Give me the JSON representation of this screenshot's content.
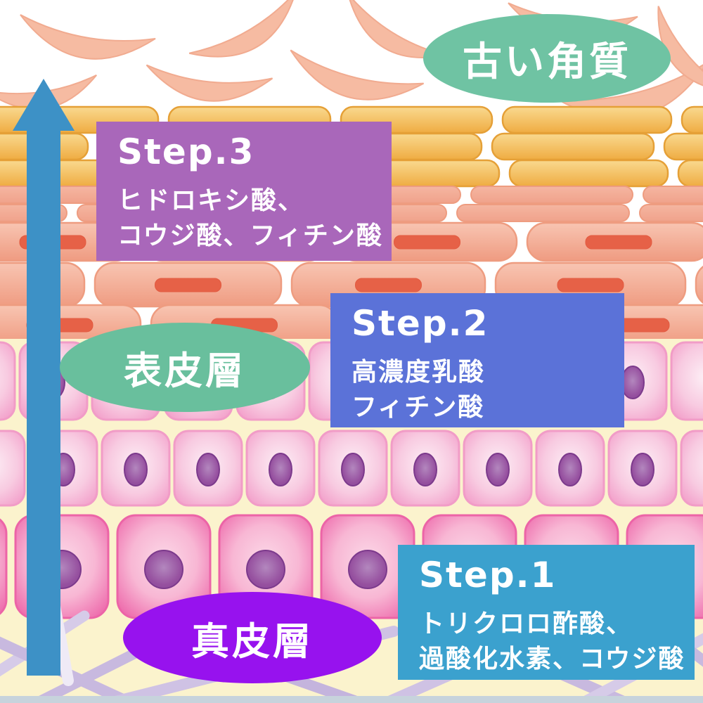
{
  "labels": {
    "old_keratin": "古い角質",
    "epidermis": "表皮層",
    "dermis": "真皮層"
  },
  "steps": [
    {
      "title": "Step.1",
      "lines": [
        "トリクロロ酢酸、",
        "過酸化水素、コウジ酸"
      ]
    },
    {
      "title": "Step.2",
      "lines": [
        "高濃度乳酸",
        "フィチン酸"
      ]
    },
    {
      "title": "Step.3",
      "lines": [
        "ヒドロキシ酸、",
        "コウジ酸、フィチン酸"
      ]
    }
  ],
  "icons": {
    "arrow": "up-arrow"
  },
  "colors": {
    "teal_bubble": "#6FC3A3",
    "purple_bubble": "#9712EE",
    "step1_box": "#3BA1CE",
    "step2_box": "#5B72D8",
    "step3_box": "#A967BA",
    "arrow_blue": "#3D91C6",
    "corneum_flake": "#F6BBA2",
    "granular_orange": "#EFAC42",
    "spinous_salmon": "#F0997F",
    "basal_pink": "#F3A3CC",
    "dermis_pink": "#EE6FAE",
    "nucleus_purple": "#96509F",
    "dermis_bg_cream": "#FBF3CD",
    "collagen_lavender": "#C8B9DF"
  }
}
